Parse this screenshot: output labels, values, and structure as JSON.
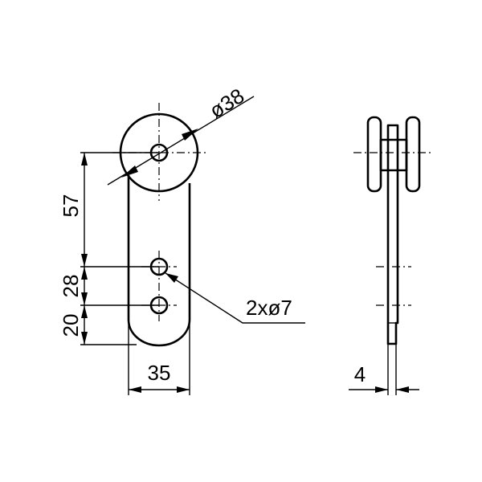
{
  "drawing": {
    "dimensions": {
      "disc_diameter": "ø38",
      "hole_spec": "2xø7",
      "width": "35",
      "height_57": "57",
      "height_28": "28",
      "height_20": "20",
      "thickness": "4"
    }
  }
}
